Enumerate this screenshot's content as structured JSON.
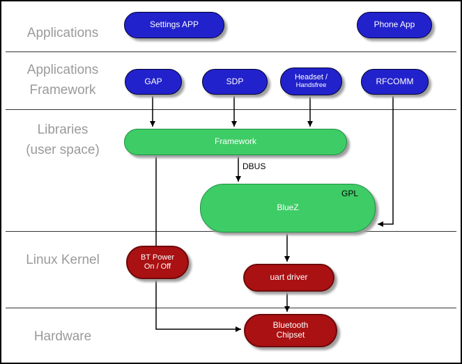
{
  "layers": {
    "applications": "Applications",
    "app_framework_line1": "Applications",
    "app_framework_line2": "Framework",
    "libraries_line1": "Libraries",
    "libraries_line2": "(user space)",
    "kernel": "Linux Kernel",
    "hardware": "Hardware"
  },
  "nodes": {
    "settings_app": "Settings APP",
    "phone_app": "Phone App",
    "gap": "GAP",
    "sdp": "SDP",
    "headset_line1": "Headset /",
    "headset_line2": "Handsfree",
    "rfcomm": "RFCOMM",
    "framework": "Framework",
    "bluez": "BlueZ",
    "gpl": "GPL",
    "bt_power_line1": "BT Power",
    "bt_power_line2": "On / Off",
    "uart": "uart driver",
    "chipset_line1": "Bluetooth",
    "chipset_line2": "Chipset"
  },
  "edges": {
    "dbus": "DBUS"
  },
  "colors": {
    "application_node": "#2222cc",
    "library_node": "#3ecc66",
    "kernel_node": "#aa1113",
    "layer_label_text": "#9a9a9a",
    "node_text": "#ffffff",
    "arrow": "#000000"
  }
}
